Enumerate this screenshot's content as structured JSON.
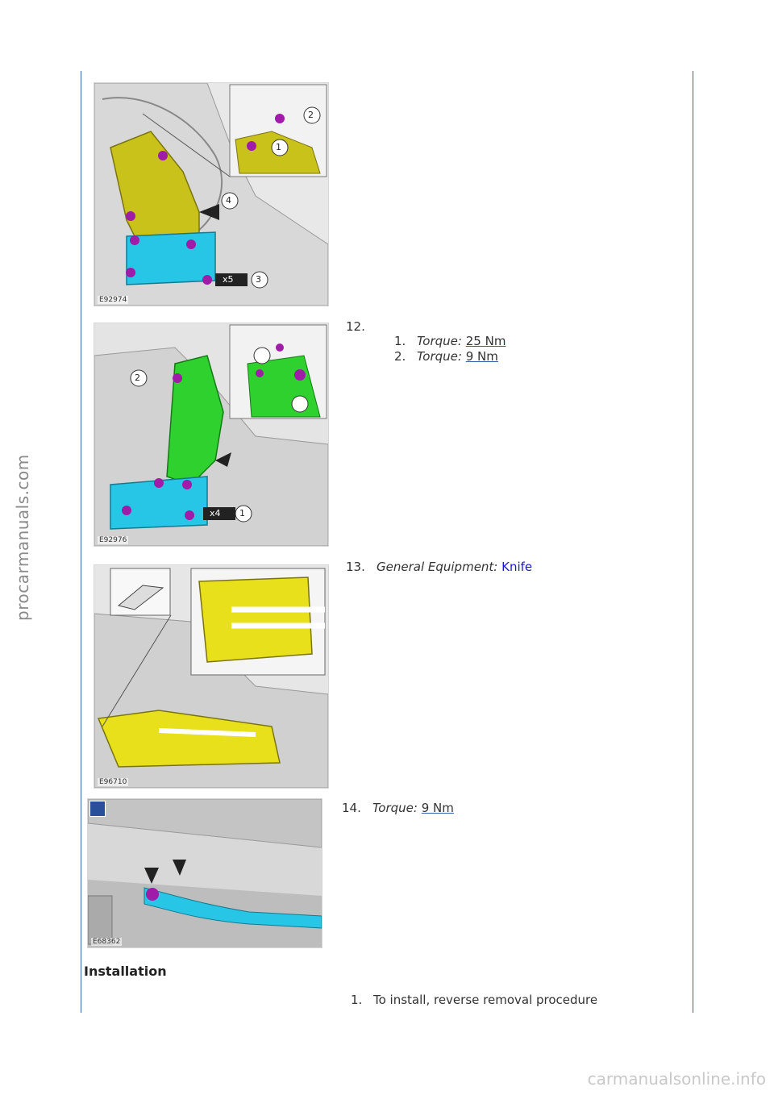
{
  "watermarks": {
    "side": "procarmanuals.com",
    "bottom": "carmanualsonline.info"
  },
  "figures": [
    {
      "id": "E92974",
      "callouts": [
        "1",
        "2",
        "3",
        "4"
      ],
      "multiplier": "x5"
    },
    {
      "id": "E92976",
      "callouts": [
        "1",
        "2"
      ],
      "multiplier": "x4"
    },
    {
      "id": "E96710"
    },
    {
      "id": "E68362"
    }
  ],
  "steps": {
    "s12": {
      "number": "12.",
      "items": [
        {
          "number": "1.",
          "label": "Torque:",
          "value": "25 Nm"
        },
        {
          "number": "2.",
          "label": "Torque:",
          "value": "9 Nm"
        }
      ]
    },
    "s13": {
      "number": "13.",
      "label": "General Equipment:",
      "value": "Knife"
    },
    "s14": {
      "number": "14.",
      "label": "Torque:",
      "value": "9 Nm"
    }
  },
  "installation": {
    "heading": "Installation",
    "steps": [
      {
        "number": "1.",
        "text": "To install, reverse removal procedure"
      }
    ]
  },
  "colors": {
    "rule_line": "#3a5fa8",
    "bracket_yellow": "#c9c21a",
    "bracket_green": "#2fd12f",
    "bracket_blue": "#27c6e6",
    "bolt_purple": "#a01ca8",
    "link_blue": "#1a1ac8"
  }
}
